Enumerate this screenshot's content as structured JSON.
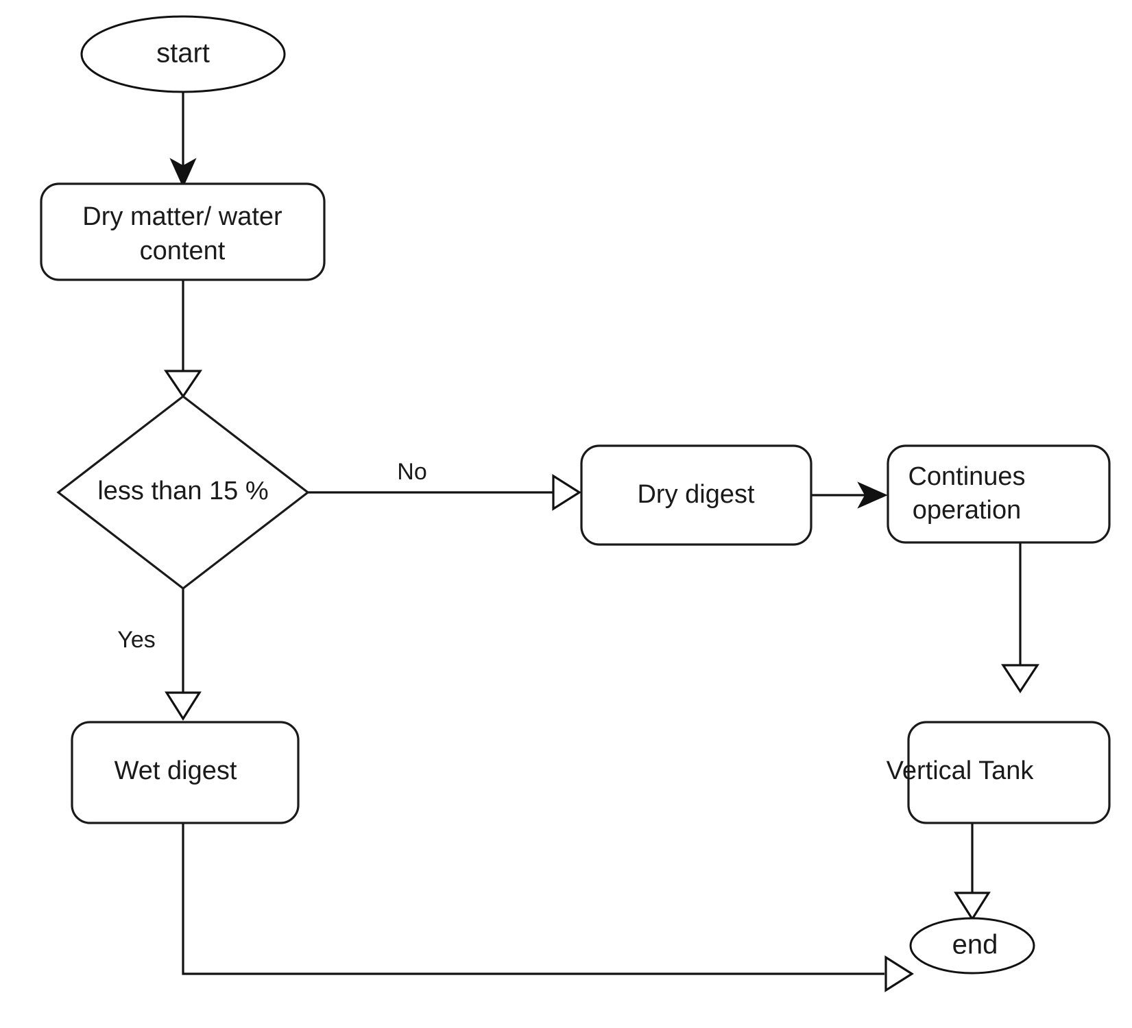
{
  "diagram": {
    "type": "flowchart",
    "title": "Digestion type selection flowchart",
    "background_color": "#ffffff",
    "stroke_color": "#111111",
    "text_color": "#1a1a1a"
  },
  "nodes": {
    "start": {
      "label": "start",
      "shape": "ellipse"
    },
    "dry_matter": {
      "label_line1": "Dry matter/ water",
      "label_line2": "content",
      "shape": "rounded-rectangle"
    },
    "decision": {
      "label": "less than 15 %",
      "shape": "diamond"
    },
    "dry_digest": {
      "label": "Dry digest",
      "shape": "rounded-rectangle"
    },
    "continues_operation": {
      "label_line1": "Continues",
      "label_line2": "operation",
      "shape": "rounded-rectangle"
    },
    "wet_digest": {
      "label": "Wet digest",
      "shape": "rounded-rectangle"
    },
    "vertical_tank": {
      "label": "Vertical Tank",
      "shape": "rounded-rectangle"
    },
    "end": {
      "label": "end",
      "shape": "ellipse"
    }
  },
  "edges": {
    "start_to_dry_matter": {
      "label": "",
      "arrow": "solid"
    },
    "dry_matter_to_decision": {
      "label": "",
      "arrow": "open"
    },
    "decision_to_dry_digest": {
      "label": "No",
      "arrow": "open"
    },
    "dry_digest_to_continues": {
      "label": "",
      "arrow": "solid"
    },
    "continues_to_vertical_tank": {
      "label": "",
      "arrow": "open"
    },
    "vertical_tank_to_end": {
      "label": "",
      "arrow": "open"
    },
    "decision_to_wet_digest": {
      "label": "Yes",
      "arrow": "open"
    },
    "wet_digest_to_end": {
      "label": "",
      "arrow": "open"
    }
  }
}
